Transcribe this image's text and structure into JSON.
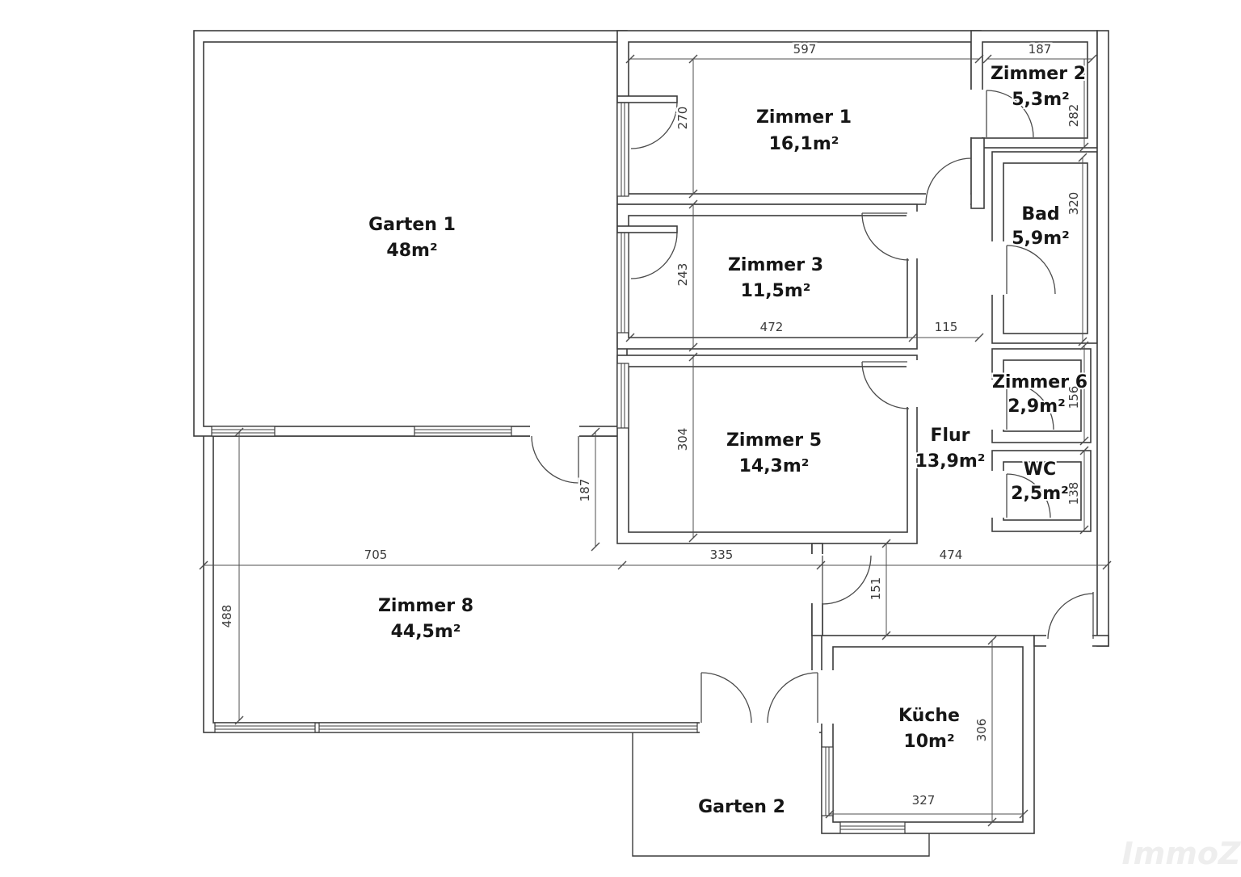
{
  "plan": {
    "rooms": [
      {
        "name": "Garten 1",
        "area": "48m²"
      },
      {
        "name": "Zimmer 1",
        "area": "16,1m²"
      },
      {
        "name": "Zimmer 2",
        "area": "5,3m²"
      },
      {
        "name": "Bad",
        "area": "5,9m²"
      },
      {
        "name": "Zimmer 3",
        "area": "11,5m²"
      },
      {
        "name": "Zimmer 6",
        "area": "2,9m²"
      },
      {
        "name": "Flur",
        "area": "13,9m²"
      },
      {
        "name": "WC",
        "area": "2,5m²"
      },
      {
        "name": "Zimmer 5",
        "area": "14,3m²"
      },
      {
        "name": "Zimmer 8",
        "area": "44,5m²"
      },
      {
        "name": "Küche",
        "area": "10m²"
      },
      {
        "name": "Garten 2",
        "area": ""
      }
    ],
    "dimensions_cm": {
      "zimmer1_width": "597",
      "zimmer2_width": "187",
      "zimmer1_door_height": "270",
      "zimmer2_height": "282",
      "bad_height": "320",
      "zimmer3_door_height": "243",
      "zimmer3_width": "472",
      "flur_width": "115",
      "zimmer5_height": "304",
      "zimmer6_height": "156",
      "wc_height": "138",
      "zimmer8_width": "705",
      "zimmer8_right_width": "335",
      "flur_bottom_width": "474",
      "zimmer8_height": "488",
      "zimmer8_door_height": "187",
      "flur_arm_height": "151",
      "kueche_height": "306",
      "kueche_width": "327"
    },
    "watermark": "ImmoZ",
    "colors": {
      "wall": "#3c3c3c",
      "dimension": "#4f4f4f",
      "label": "#161616",
      "watermark": "#eeeeee"
    }
  }
}
